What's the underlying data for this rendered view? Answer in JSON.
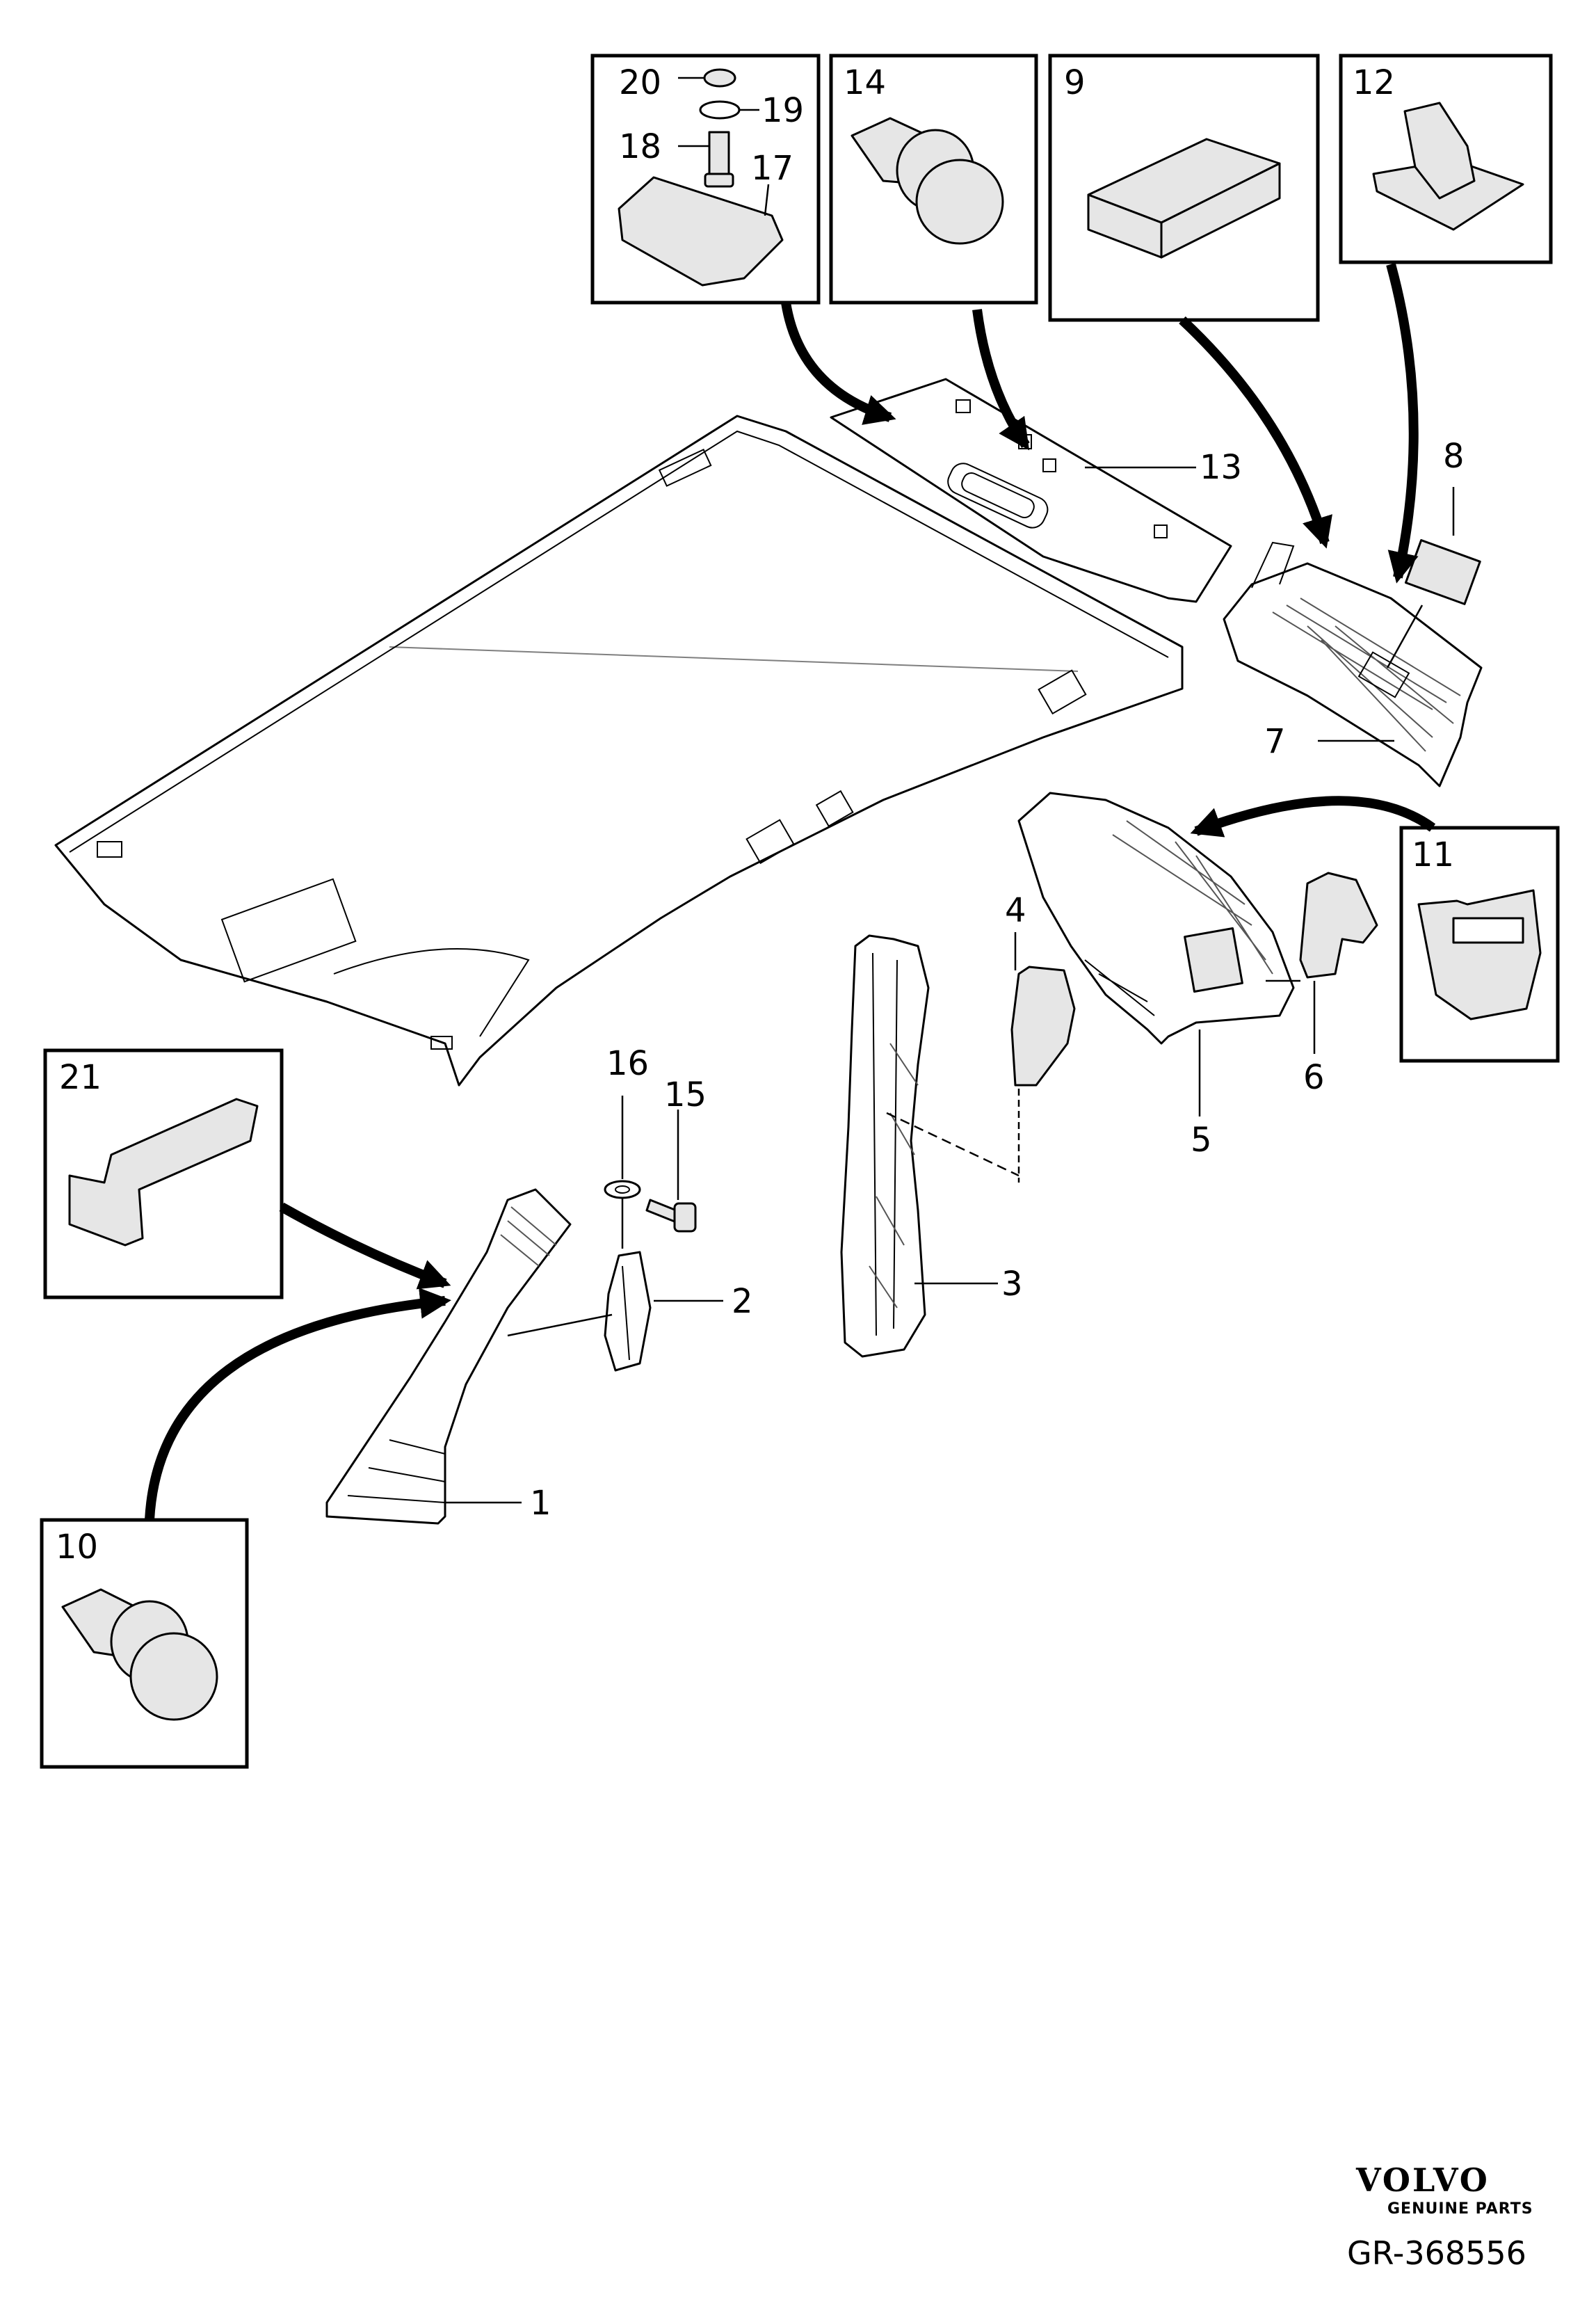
{
  "callouts": {
    "c1": "1",
    "c2": "2",
    "c3": "3",
    "c4": "4",
    "c5": "5",
    "c6": "6",
    "c7": "7",
    "c8": "8",
    "c9": "9",
    "c10": "10",
    "c11": "11",
    "c12": "12",
    "c13": "13",
    "c14": "14",
    "c15": "15",
    "c16": "16",
    "c17": "17",
    "c18": "18",
    "c19": "19",
    "c20": "20",
    "c21": "21"
  },
  "brand": {
    "name": "VOLVO",
    "tagline": "GENUINE PARTS"
  },
  "reference": "GR-368556"
}
